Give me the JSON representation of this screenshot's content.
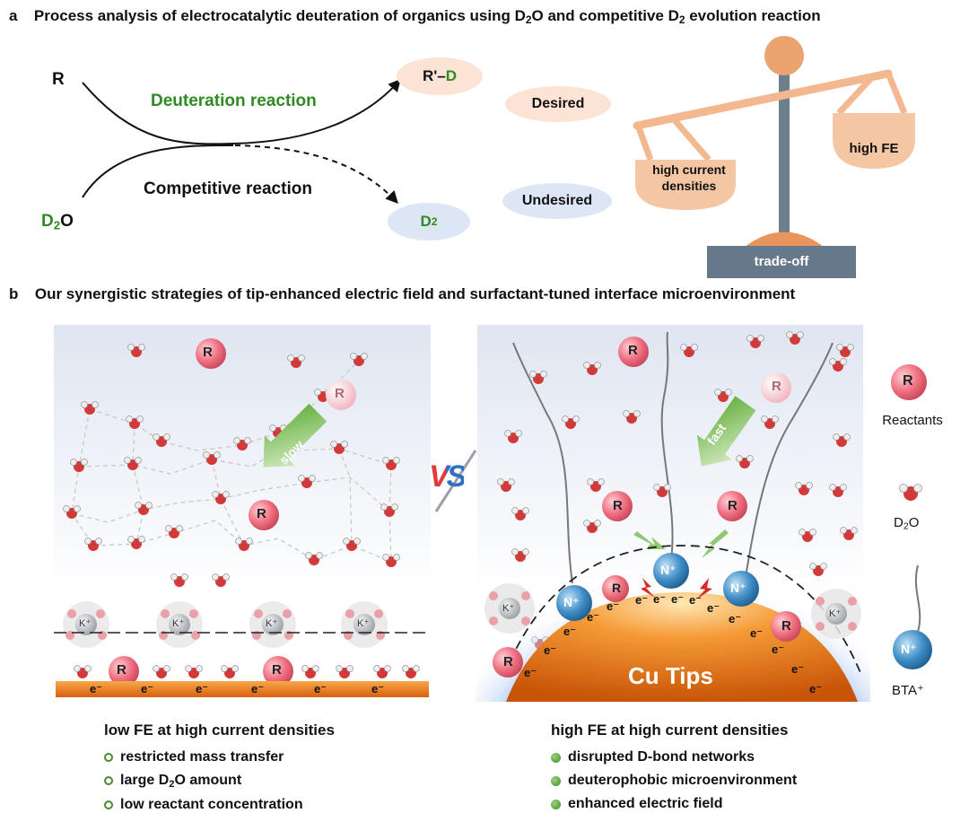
{
  "panel_a": {
    "letter": "a",
    "title_before": "Process analysis of electrocatalytic deuteration of organics using D",
    "title_sub1": "2",
    "title_mid": "O and competitive D",
    "title_sub2": "2",
    "title_after": " evolution reaction",
    "reactant_R": "R",
    "reactant_D": "D",
    "reactant_D_sub": "2",
    "reactant_O": "O",
    "deuteration_label": "Deuteration reaction",
    "competitive_label": "Competitive reaction",
    "product_main": "R'–",
    "product_D": "D",
    "product_D2": "D",
    "product_D2_sub": "2",
    "desired": "Desired",
    "undesired": "Undesired",
    "scale_left_label": "high current densities",
    "scale_right_label": "high FE",
    "scale_base_label": "trade-off"
  },
  "panel_b": {
    "letter": "b",
    "title": "Our synergistic strategies of tip-enhanced electric field and surfactant-tuned interface microenvironment",
    "vs": "VS",
    "slow": "slow",
    "fast": "fast",
    "cu_tips": "Cu Tips",
    "R": "R",
    "K_plus": "K⁺",
    "N_plus": "N⁺",
    "electron": "e⁻",
    "legend": {
      "reactants": "Reactants",
      "d2o_D": "D",
      "d2o_sub": "2",
      "d2o_O": "O",
      "bta": "BTA⁺"
    },
    "left_caption": {
      "heading": "low FE at high current densities",
      "items": [
        "restricted mass transfer",
        "large D",
        "low reactant concentration"
      ],
      "item2_sub": "2",
      "item2_tail": "O amount"
    },
    "right_caption": {
      "heading": "high FE at high current densities",
      "items": [
        "disrupted D-bond networks",
        "deuterophobic microenvironment",
        "enhanced electric field"
      ]
    }
  },
  "colors": {
    "green_text": "#2e8b22",
    "peach": "#f3b890",
    "scale_pole": "#6e7f8c",
    "base_box": "#66798a",
    "copper": "#e8741c",
    "reactant_pink": "#ee6d7e",
    "n_plus_blue": "#3f8dc6"
  }
}
